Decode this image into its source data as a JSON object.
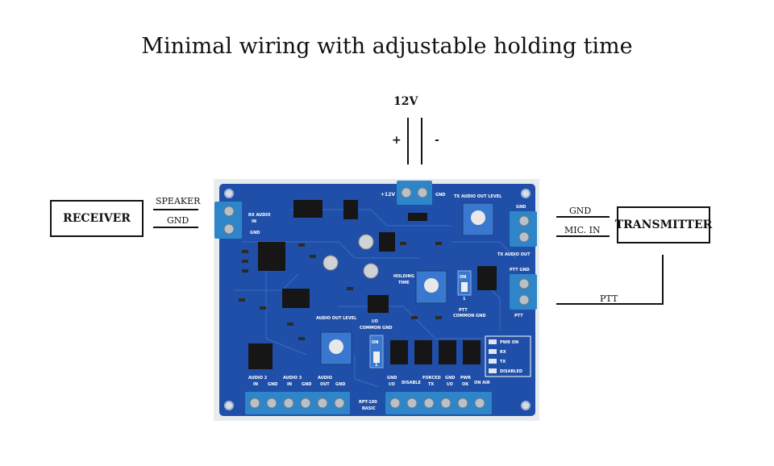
{
  "title": "Minimal wiring with adjustable holding time",
  "power": {
    "label": "12V",
    "plus": "+",
    "minus": "-"
  },
  "receiver": {
    "label": "RECEIVER",
    "wire1": "SPEAKER",
    "wire2": "GND"
  },
  "transmitter": {
    "label": "TRANSMITTER",
    "wire1": "GND",
    "wire2": "MIC. IN",
    "wire3": "PTT"
  },
  "board": {
    "name": "RPT-100",
    "variant": "BASIC",
    "labels": {
      "power_in": "+12V",
      "power_gnd": "GND",
      "rx_audio_in": "RX AUDIO",
      "rx_in": "IN",
      "rx_gnd": "GND",
      "tx_audio_out_level": "TX AUDIO OUT LEVEL",
      "tx_gnd": "GND",
      "tx_audio_out": "TX AUDIO OUT",
      "ptt_gnd": "PTT GND",
      "ptt": "PTT",
      "holding_time_1": "HOLDING",
      "holding_time_2": "TIME",
      "ptt_common_gnd_1": "PTT",
      "ptt_common_gnd_2": "COMMON GND",
      "io_common_gnd_1": "I/O",
      "io_common_gnd_2": "COMMON GND",
      "audio_out_level": "AUDIO OUT LEVEL",
      "dip_on": "ON",
      "dip_1": "1",
      "led_pwr_on": "PWR ON",
      "led_rx": "RX",
      "led_tx": "TX",
      "led_disabled": "DISABLED",
      "audio2": "AUDIO 2",
      "audio2_in": "IN",
      "gnd_a": "GND",
      "audio3": "AUDIO 3",
      "audio3_in": "IN",
      "gnd_b": "GND",
      "audio": "AUDIO",
      "audio_out": "OUT",
      "gnd_c": "GND",
      "gnd_io_1": "GND",
      "gnd_io_1b": "I/O",
      "disable": "DISABLE",
      "forced": "FORCED",
      "forced_tx": "TX",
      "gnd_io_2": "GND",
      "gnd_io_2b": "I/O",
      "pwr": "PWR",
      "pwr_ok": "OK",
      "on_air": "ON AIR"
    }
  },
  "colors": {
    "pcb": "#1f4fa8",
    "terminal": "#2e86c9",
    "chip": "#161616",
    "wire": "#111111"
  }
}
